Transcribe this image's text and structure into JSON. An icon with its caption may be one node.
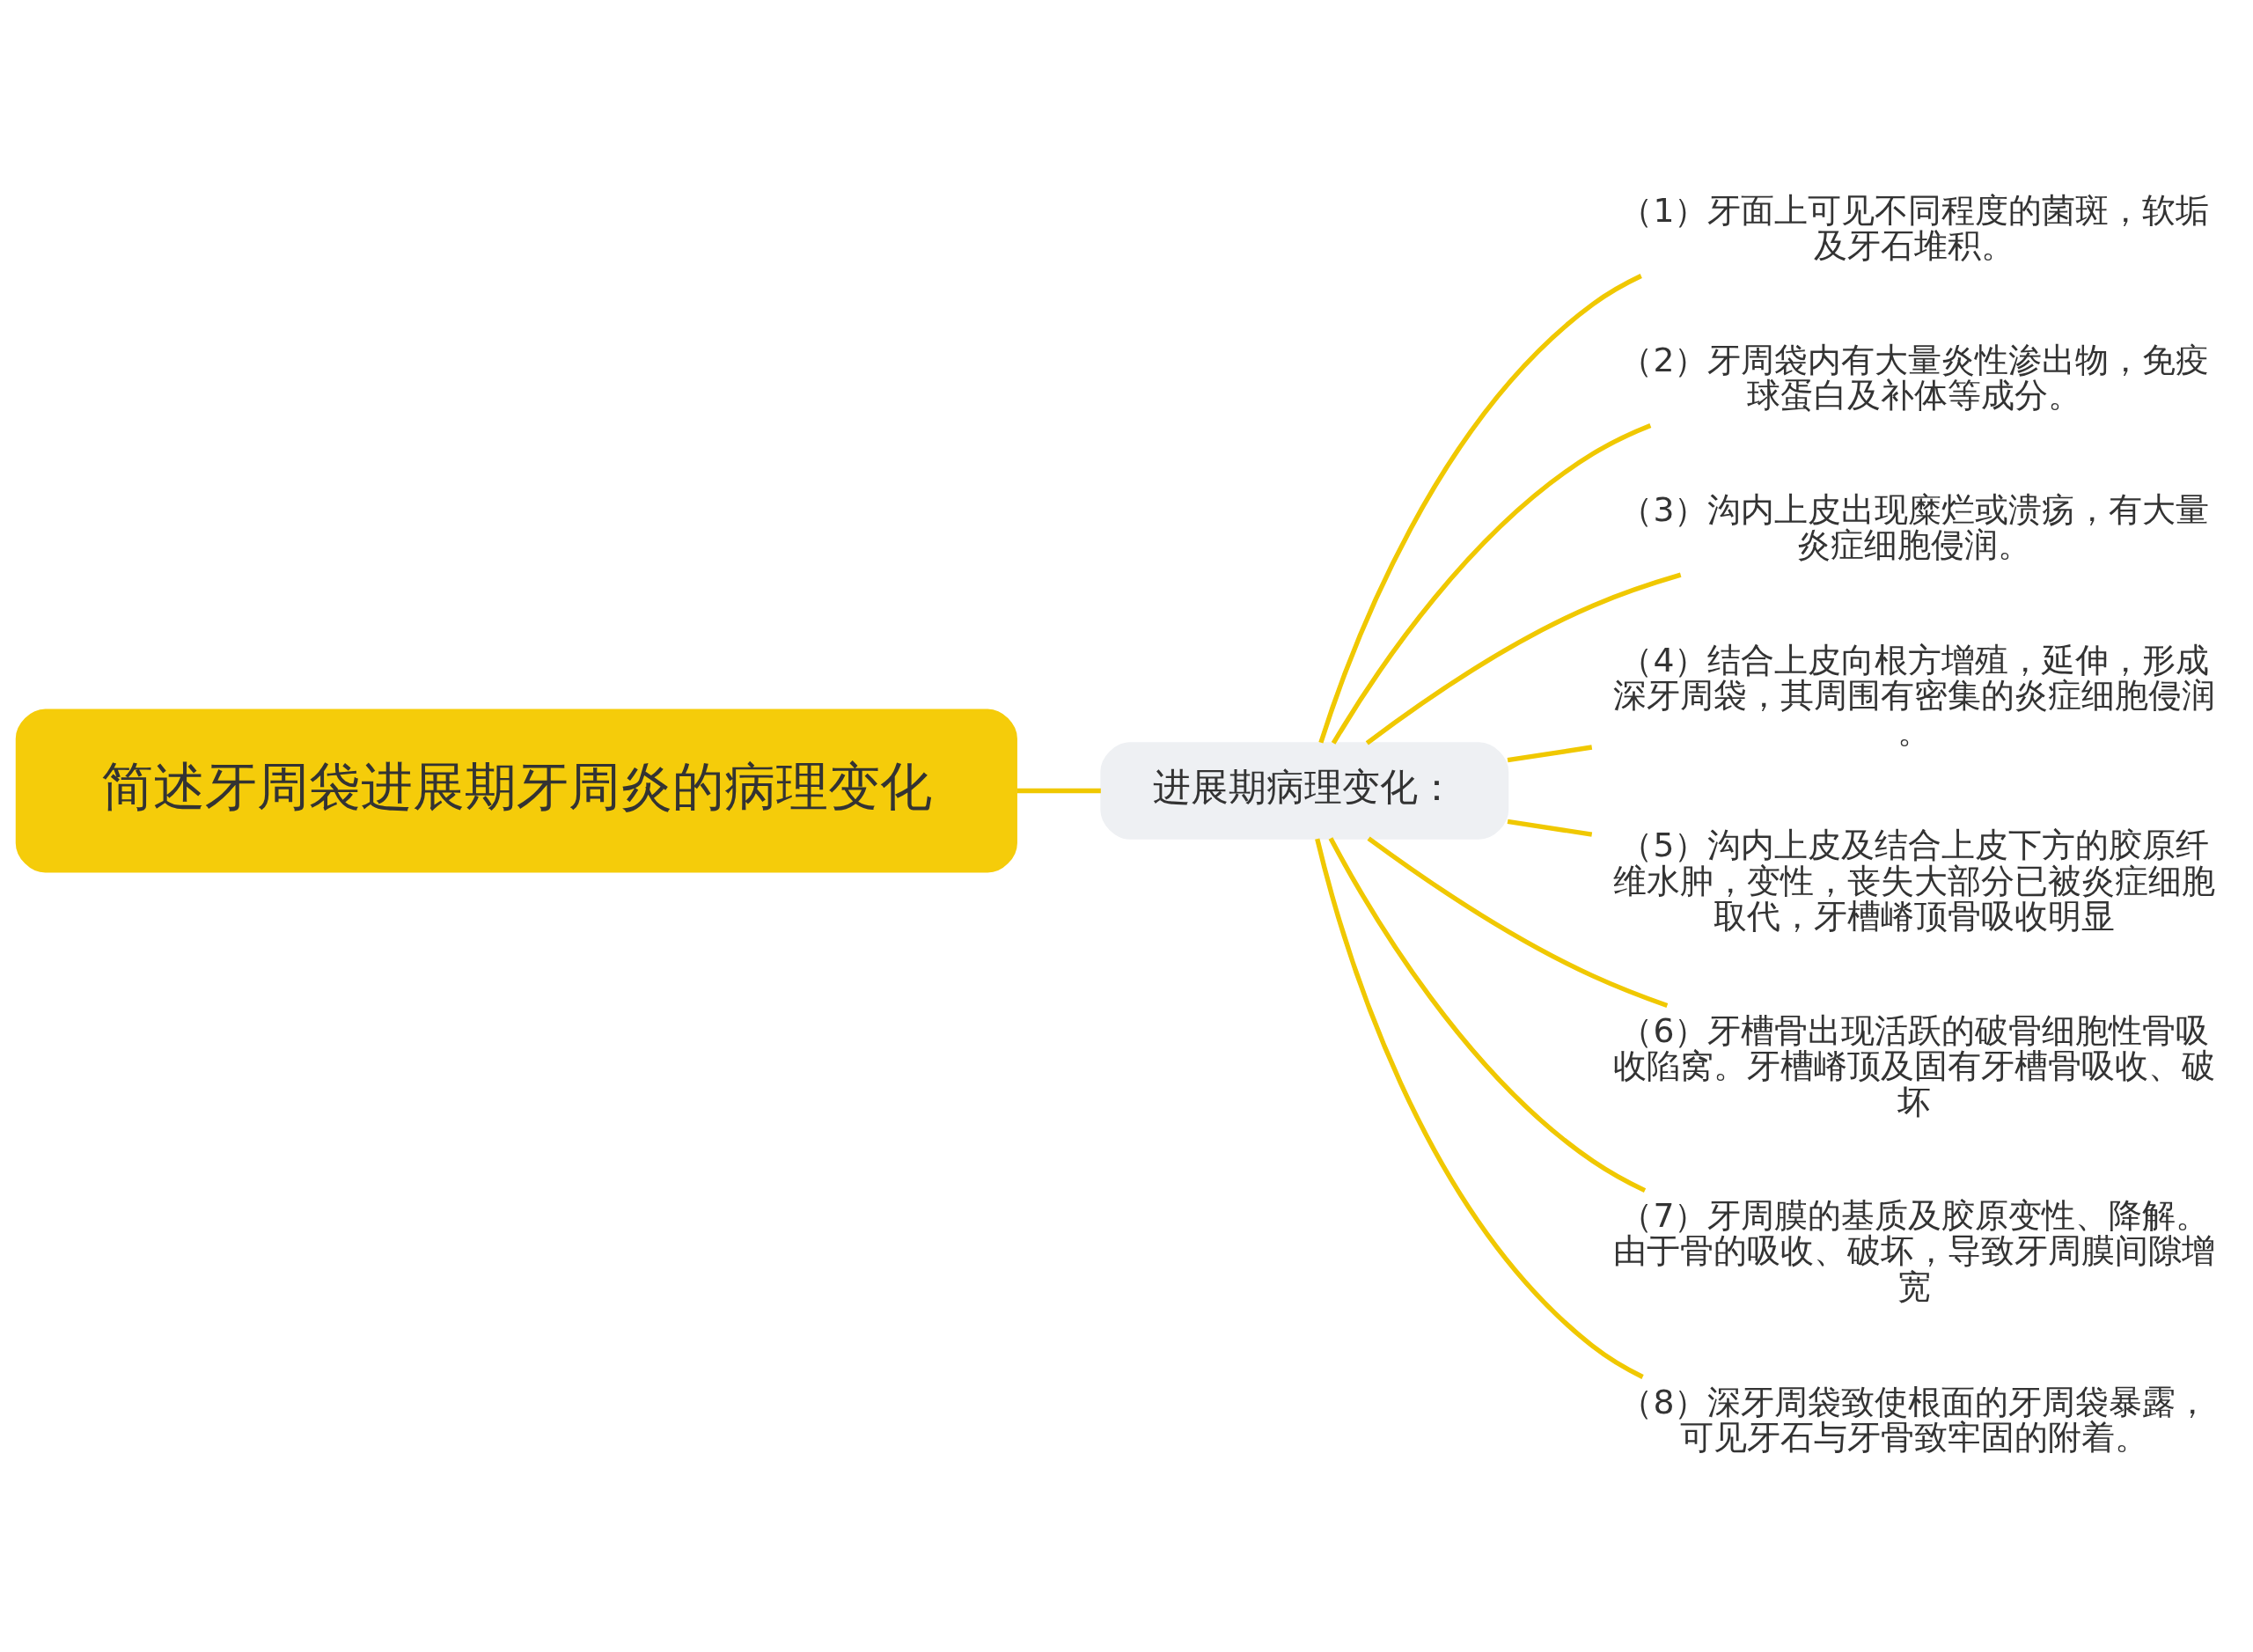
{
  "diagram": {
    "nodes": [
      {
        "text": [
          "简述牙周袋进展期牙周炎的病理变化"
        ]
      },
      {
        "text": [
          "进展期病理变化："
        ]
      },
      {
        "text": [
          "（1）牙面上可见不同程度的菌斑，软垢及牙石堆积。"
        ]
      },
      {
        "text": [
          "（2）牙周袋内有大量炎性渗出物，免疫球蛋白及补体等成分。"
        ]
      },
      {
        "text": [
          "（3）沟内上皮出现糜烂或溃疡，有大量炎症细胞侵润。"
        ]
      },
      {
        "text": [
          "（4）结合上皮向根方增殖，延伸，形成深牙周袋，其周围有密集的炎症细胞侵润。"
        ]
      },
      {
        "text": [
          "（5）沟内上皮及结合上皮下方的胶原纤维水肿，变性，丧失大部分已被炎症细胞取代，牙槽嵴顶骨吸收明显"
        ]
      },
      {
        "text": [
          "（6）牙槽骨出现活跃的破骨细胞性骨吸收陷窝。牙槽嵴顶及固有牙槽骨吸收、破坏"
        ]
      },
      {
        "text": [
          "（7）牙周膜的基质及胶原变性、降解。由于骨的吸收、破坏，导致牙周膜间隙增宽"
        ]
      },
      {
        "text": [
          "（8）深牙周袋致使根面的牙周袋暴露，可见牙石与牙骨致牢固的附着。"
        ]
      }
    ],
    "edges": [
      {
        "from": 0,
        "to": 1,
        "arrow": "none"
      },
      {
        "from": 1,
        "to": 2,
        "arrow": "none"
      },
      {
        "from": 1,
        "to": 3,
        "arrow": "none"
      },
      {
        "from": 1,
        "to": 4,
        "arrow": "none"
      },
      {
        "from": 1,
        "to": 5,
        "arrow": "none"
      },
      {
        "from": 1,
        "to": 6,
        "arrow": "none"
      },
      {
        "from": 1,
        "to": 7,
        "arrow": "none"
      },
      {
        "from": 1,
        "to": 8,
        "arrow": "none"
      },
      {
        "from": 1,
        "to": 9,
        "arrow": "none"
      }
    ]
  }
}
